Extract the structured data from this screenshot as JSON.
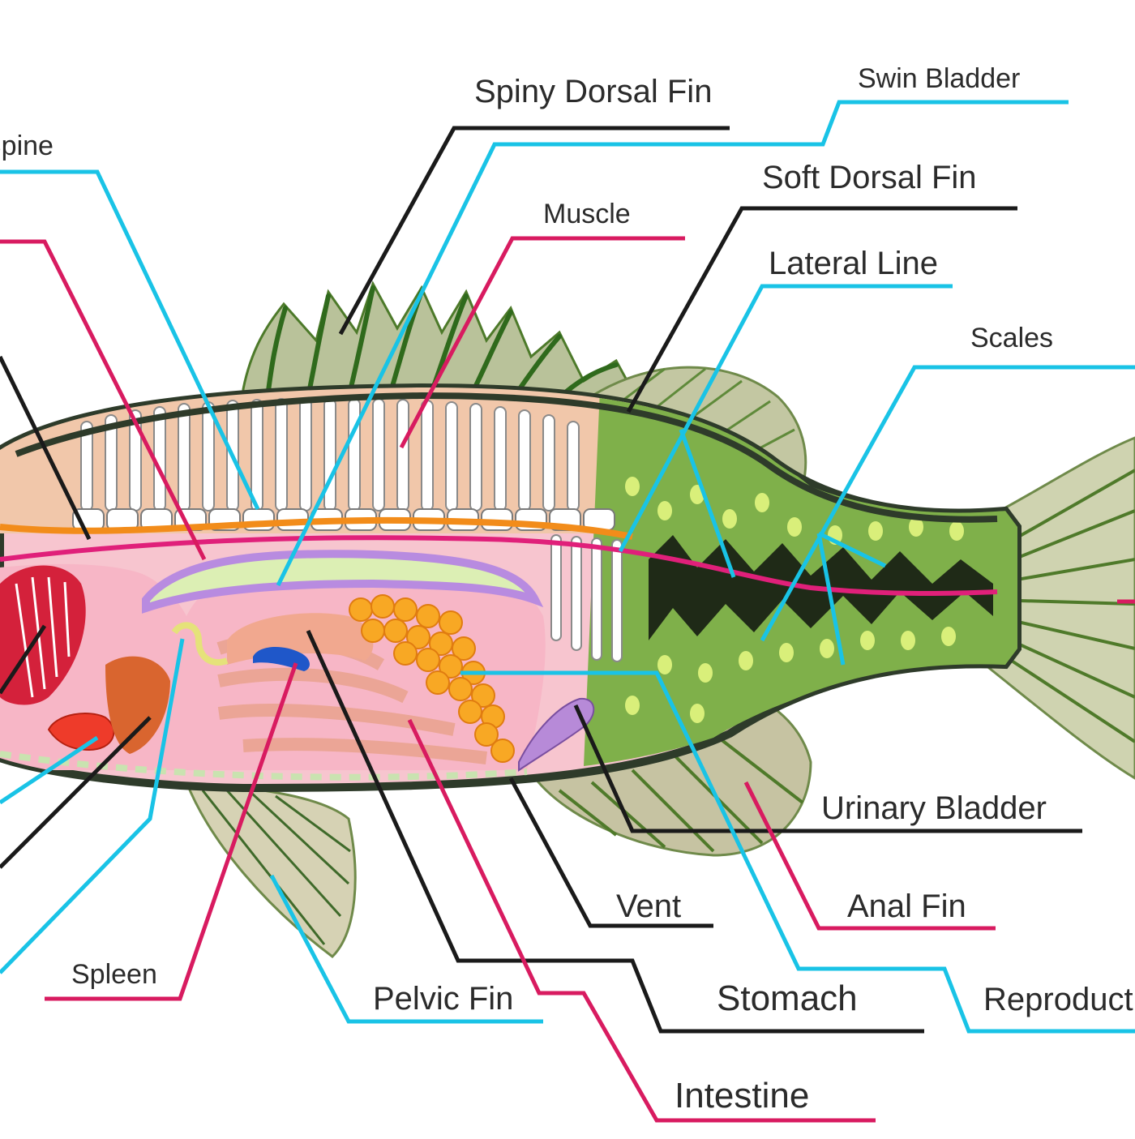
{
  "labels": {
    "swim_bladder": "Swin Bladder",
    "spiny_dorsal_fin": "Spiny Dorsal Fin",
    "spine": "Spine",
    "soft_dorsal_fin": "Soft Dorsal Fin",
    "muscle": "Muscle",
    "lateral_line": "Lateral Line",
    "scales": "Scales",
    "urinary_bladder": "Urinary Bladder",
    "vent": "Vent",
    "anal_fin": "Anal Fin",
    "spleen": "Spleen",
    "pelvic_fin": "Pelvic Fin",
    "stomach": "Stomach",
    "reproductive": "Reproductive",
    "intestine": "Intestine"
  },
  "colors": {
    "leader_black": "#1a1a1a",
    "leader_cyan": "#19c3e6",
    "leader_magenta": "#d81b60",
    "fin_green": "#7c9a55",
    "body_pink": "#f4aebf",
    "muscle_tan": "#f0c8a8",
    "nerve_orange": "#f28c1a",
    "vessel_magenta": "#e0207a",
    "swim_bladder_lime": "#d9efb2",
    "bladder_lilac": "#b68ad6",
    "roe_orange": "#f7a823",
    "scale_green": "#5b8f2e"
  }
}
